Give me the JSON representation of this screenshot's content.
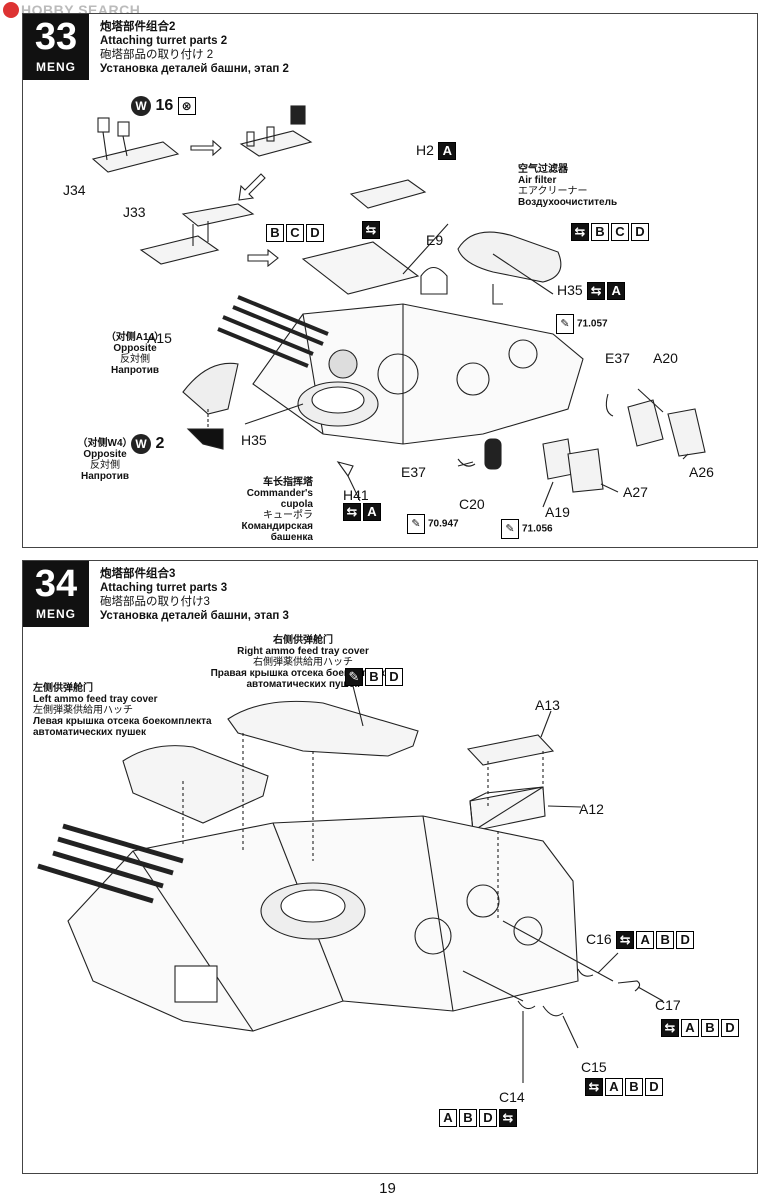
{
  "watermark": "HOBBY SEARCH",
  "page_number": "19",
  "brand": "MENG",
  "step33": {
    "number": "33",
    "title_cn": "炮塔部件组合2",
    "title_en": "Attaching turret parts 2",
    "title_ja": "砲塔部品の取り付け 2",
    "title_ru": "Установка деталей башни, этап 2",
    "w16": "W",
    "w16_num": "16",
    "parts": {
      "J34": "J34",
      "J33": "J33",
      "H2": "H2",
      "E9": "E9",
      "H35a": "H35",
      "H35b": "H35",
      "A15": "A15",
      "W2": "W",
      "W2_num": "2",
      "E37a": "E37",
      "E37b": "E37",
      "A20": "A20",
      "A26": "A26",
      "A27": "A27",
      "A19": "A19",
      "C20": "C20",
      "H41": "H41"
    },
    "variant_h2": "A",
    "variant_bcd": [
      "B",
      "C",
      "D"
    ],
    "variant_filter": [
      "B",
      "C",
      "D"
    ],
    "variant_h35": "A",
    "variant_h41": "A",
    "air_filter": {
      "cn": "空气过滤器",
      "en": "Air filter",
      "ja": "エアクリーナー",
      "ru": "Воздухоочиститель"
    },
    "opposite_a14": {
      "cn": "（对侧A14）",
      "en": "Opposite",
      "ja": "反対側",
      "ru": "Напротив"
    },
    "opposite_w4": {
      "cn": "（对侧W4）",
      "en": "Opposite",
      "ja": "反対側",
      "ru": "Напротив"
    },
    "commander": {
      "cn": "车长指挥塔",
      "en": "Commander's cupola",
      "ja": "キューポラ",
      "ru": "Командирская башенка"
    },
    "paint1": "71.057",
    "paint2": "70.947",
    "paint3": "71.056"
  },
  "step34": {
    "number": "34",
    "title_cn": "炮塔部件组合3",
    "title_en": "Attaching turret parts 3",
    "title_ja": "砲塔部品の取り付け3",
    "title_ru": "Установка деталей башни, этап 3",
    "right_cover": {
      "cn": "右侧供弹舱门",
      "en": "Right ammo feed tray cover",
      "ja": "右側弾薬供給用ハッチ",
      "ru": "Правая крышка отсека боекомплекта автоматических пушек"
    },
    "left_cover": {
      "cn": "左侧供弹舱门",
      "en": "Left ammo feed tray cover",
      "ja": "左側弾薬供給用ハッチ",
      "ru1": "Левая крышка отсека боекомплекта",
      "ru2": "автоматических пушек"
    },
    "variant_bd": [
      "B",
      "D"
    ],
    "parts": {
      "A13": "A13",
      "A12": "A12",
      "C16": "C16",
      "C17": "C17",
      "C15": "C15",
      "C14": "C14"
    },
    "variant_c16": [
      "A",
      "B",
      "D"
    ],
    "variant_c17": [
      "A",
      "B",
      "D"
    ],
    "variant_c15": [
      "A",
      "B",
      "D"
    ],
    "variant_c14": [
      "A",
      "B",
      "D"
    ]
  }
}
